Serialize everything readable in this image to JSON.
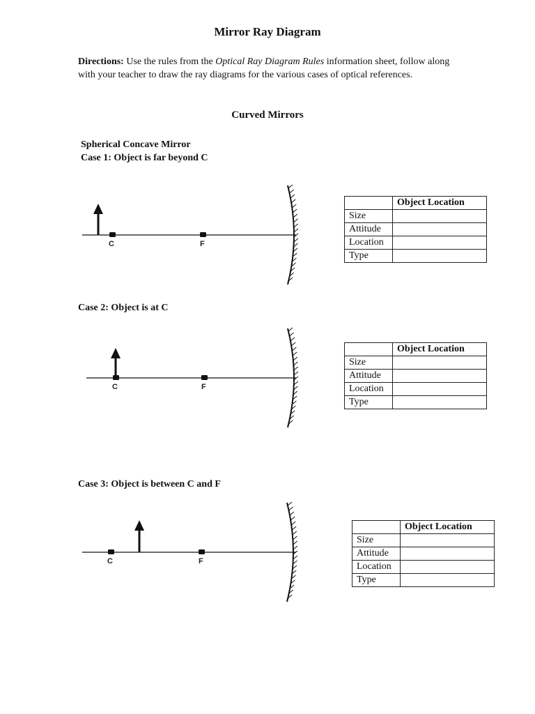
{
  "title": "Mirror Ray Diagram",
  "directions": {
    "label": "Directions:",
    "text_before": " Use the rules from the ",
    "italic_ref": "Optical Ray Diagram Rules",
    "text_after": " information sheet, follow along with your teacher to draw the ray diagrams for the various cases of optical references."
  },
  "section_heading": "Curved Mirrors",
  "mirror_type": "Spherical Concave Mirror",
  "cases": [
    {
      "label": "Case 1: Object is far beyond C",
      "point_labels": [
        "C",
        "F"
      ],
      "table": {
        "header": "Object Location",
        "rows": [
          "Size",
          "Attitude",
          "Location",
          "Type"
        ]
      }
    },
    {
      "label": "Case 2: Object is at C",
      "point_labels": [
        "C",
        "F"
      ],
      "table": {
        "header": "Object Location",
        "rows": [
          "Size",
          "Attitude",
          "Location",
          "Type"
        ]
      }
    },
    {
      "label": "Case 3: Object is between C and F",
      "point_labels": [
        "C",
        "F"
      ],
      "table": {
        "header": "Object Location",
        "rows": [
          "Size",
          "Attitude",
          "Location",
          "Type"
        ]
      }
    }
  ]
}
